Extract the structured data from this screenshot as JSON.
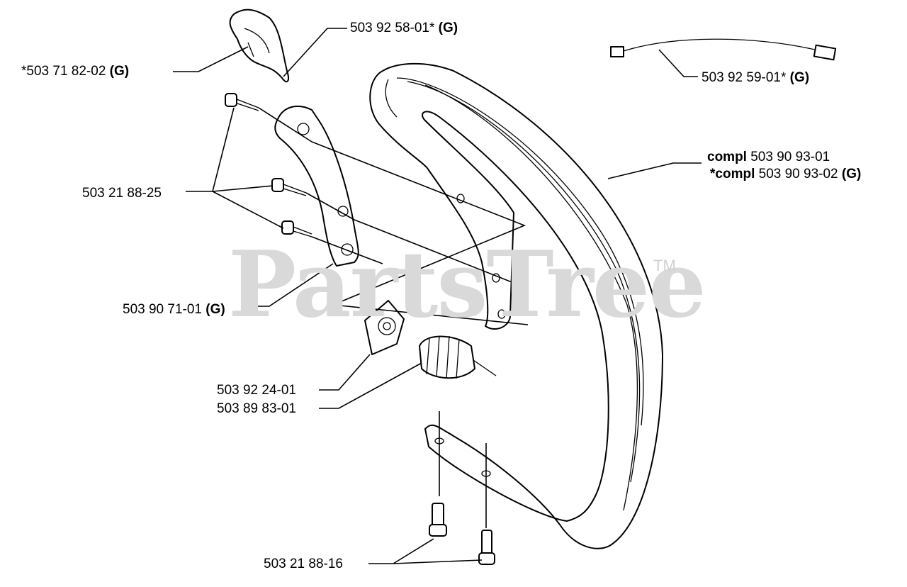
{
  "watermark": {
    "text": "PartsTree",
    "trademark": "TM"
  },
  "labels": {
    "switch_part": {
      "number": "*503 71 82-02",
      "suffix": "(G)"
    },
    "throttle_part": {
      "number": "503 92 58-01*",
      "suffix": "(G)"
    },
    "cable_part": {
      "number": "503 92 59-01*",
      "suffix": "(G)"
    },
    "handle_compl_1": {
      "prefix": "compl",
      "number": "503 90 93-01"
    },
    "handle_compl_2": {
      "prefix": "*compl",
      "number": "503 90 93-02",
      "suffix": "(G)"
    },
    "screw_set_1": {
      "number": "503 21 88-25"
    },
    "bracket_part": {
      "number": "503 90 71-01",
      "suffix": "(G)"
    },
    "pad_part": {
      "number": "503 92 24-01"
    },
    "spring_part": {
      "number": "503 89 83-01"
    },
    "screw_set_2": {
      "number": "503 21 88-16"
    }
  }
}
